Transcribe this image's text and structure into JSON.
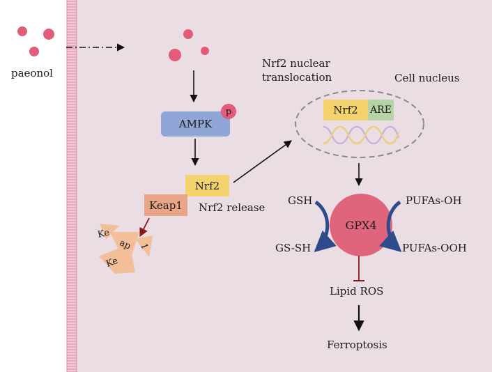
{
  "diagram": {
    "drug_label": "paeonol",
    "ampk": "AMPK",
    "phospho": "p",
    "nrf2_box": "Nrf2",
    "keap1": "Keap1",
    "nrf2_release": "Nrf2 release",
    "translocation_line1": "Nrf2 nuclear",
    "translocation_line2": "translocation",
    "cell_nucleus": "Cell nucleus",
    "nucleus_nrf2": "Nrf2",
    "nucleus_are": "ARE",
    "gsh": "GSH",
    "gs_sh": "GS-SH",
    "gpx4": "GPX4",
    "pufas_oh": "PUFAs-OH",
    "pufas_ooh": "PUFAs-OOH",
    "lipid_ros": "Lipid ROS",
    "ferroptosis": "Ferroptosis",
    "fragments": [
      "Ke",
      "ap",
      "1",
      "Ke"
    ]
  },
  "colors": {
    "cytoplasm": "#eadde3",
    "membrane": "#e7a9bd",
    "paeonol_dot": "#e35c78",
    "ampk_box": "#8fa6d6",
    "nrf2_box": "#f4d36e",
    "keap1_box": "#e9a585",
    "are_box": "#b5d4a6",
    "gpx4_circle": "#e0657c",
    "inhibition": "#8b1a1a",
    "degradation_arrow": "#8b1a1a",
    "gsh_arc": "#2e4c8c"
  }
}
